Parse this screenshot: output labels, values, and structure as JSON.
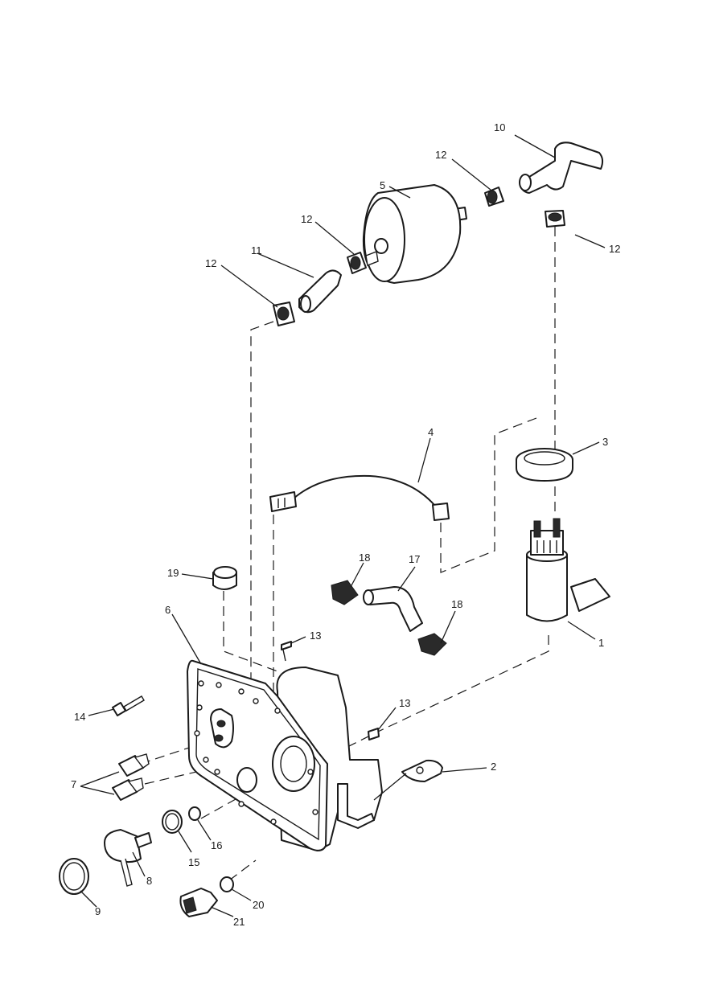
{
  "diagram": {
    "callouts": [
      {
        "id": "c1",
        "text": "1"
      },
      {
        "id": "c2",
        "text": "2"
      },
      {
        "id": "c3",
        "text": "3"
      },
      {
        "id": "c4",
        "text": "4"
      },
      {
        "id": "c5",
        "text": "5"
      },
      {
        "id": "c6",
        "text": "6"
      },
      {
        "id": "c7",
        "text": "7"
      },
      {
        "id": "c8",
        "text": "8"
      },
      {
        "id": "c9",
        "text": "9"
      },
      {
        "id": "c10",
        "text": "10"
      },
      {
        "id": "c11",
        "text": "11"
      },
      {
        "id": "c12a",
        "text": "12"
      },
      {
        "id": "c12b",
        "text": "12"
      },
      {
        "id": "c12c",
        "text": "12"
      },
      {
        "id": "c12d",
        "text": "12"
      },
      {
        "id": "c13a",
        "text": "13"
      },
      {
        "id": "c13b",
        "text": "13"
      },
      {
        "id": "c14",
        "text": "14"
      },
      {
        "id": "c15",
        "text": "15"
      },
      {
        "id": "c16",
        "text": "16"
      },
      {
        "id": "c17",
        "text": "17"
      },
      {
        "id": "c18a",
        "text": "18"
      },
      {
        "id": "c18b",
        "text": "18"
      },
      {
        "id": "c19",
        "text": "19"
      },
      {
        "id": "c20",
        "text": "20"
      },
      {
        "id": "c21",
        "text": "21"
      }
    ]
  }
}
